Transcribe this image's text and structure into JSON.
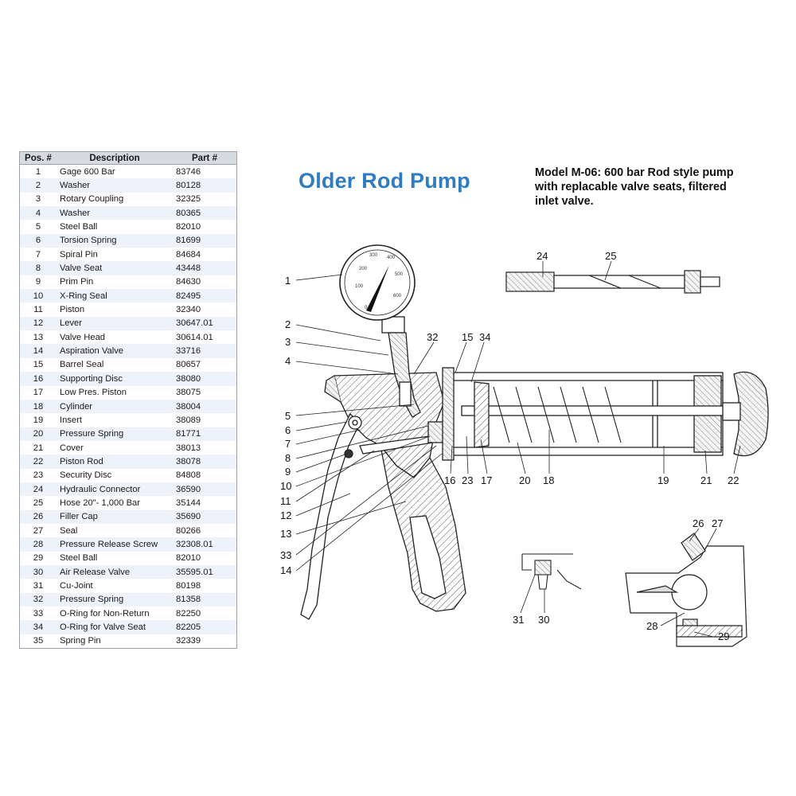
{
  "title": "Older Rod Pump",
  "model_description": "Model M-06: 600 bar Rod style pump with replacable valve seats, filtered inlet valve.",
  "table": {
    "headers": [
      "Pos. #",
      "Description",
      "Part #"
    ],
    "rows": [
      [
        "1",
        "Gage 600 Bar",
        "83746"
      ],
      [
        "2",
        "Washer",
        "80128"
      ],
      [
        "3",
        "Rotary Coupling",
        "32325"
      ],
      [
        "4",
        "Washer",
        "80365"
      ],
      [
        "5",
        "Steel Ball",
        "82010"
      ],
      [
        "6",
        "Torsion Spring",
        "81699"
      ],
      [
        "7",
        "Spiral Pin",
        "84684"
      ],
      [
        "8",
        "Valve Seat",
        "43448"
      ],
      [
        "9",
        "Prim Pin",
        "84630"
      ],
      [
        "10",
        "X-Ring Seal",
        "82495"
      ],
      [
        "11",
        "Piston",
        "32340"
      ],
      [
        "12",
        "Lever",
        "30647.01"
      ],
      [
        "13",
        "Valve Head",
        "30614.01"
      ],
      [
        "14",
        "Aspiration Valve",
        "33716"
      ],
      [
        "15",
        "Barrel Seal",
        "80657"
      ],
      [
        "16",
        "Supporting Disc",
        "38080"
      ],
      [
        "17",
        "Low Pres. Piston",
        "38075"
      ],
      [
        "18",
        "Cylinder",
        "38004"
      ],
      [
        "19",
        "Insert",
        "38089"
      ],
      [
        "20",
        "Pressure Spring",
        "81771"
      ],
      [
        "21",
        "Cover",
        "38013"
      ],
      [
        "22",
        "Piston Rod",
        "38078"
      ],
      [
        "23",
        "Security Disc",
        "84808"
      ],
      [
        "24",
        "Hydraulic Connector",
        "36590"
      ],
      [
        "25",
        "Hose 20\"- 1,000 Bar",
        "35144"
      ],
      [
        "26",
        "Filler Cap",
        "35690"
      ],
      [
        "27",
        "Seal",
        "80266"
      ],
      [
        "28",
        "Pressure Release Screw",
        "32308.01"
      ],
      [
        "29",
        "Steel Ball",
        "82010"
      ],
      [
        "30",
        "Air Release Valve",
        "35595.01"
      ],
      [
        "31",
        "Cu-Joint",
        "80198"
      ],
      [
        "32",
        "Pressure Spring",
        "81358"
      ],
      [
        "33",
        "O-Ring for Non-Return",
        "82250"
      ],
      [
        "34",
        "O-Ring for Valve Seat",
        "82205"
      ],
      [
        "35",
        "Spring Pin",
        "32339"
      ]
    ]
  },
  "gauge_scale": [
    "0",
    "100",
    "200",
    "300",
    "400",
    "500",
    "600"
  ],
  "callouts": [
    "1",
    "2",
    "3",
    "4",
    "5",
    "6",
    "7",
    "8",
    "9",
    "10",
    "11",
    "12",
    "13",
    "14",
    "15",
    "16",
    "17",
    "18",
    "19",
    "20",
    "21",
    "22",
    "23",
    "24",
    "25",
    "26",
    "27",
    "28",
    "29",
    "30",
    "31",
    "32",
    "33",
    "34"
  ],
  "colors": {
    "title": "#2f7cc0",
    "header_bg": "#d6dbe2",
    "row_alt": "#eef2fa",
    "line": "#222222"
  }
}
